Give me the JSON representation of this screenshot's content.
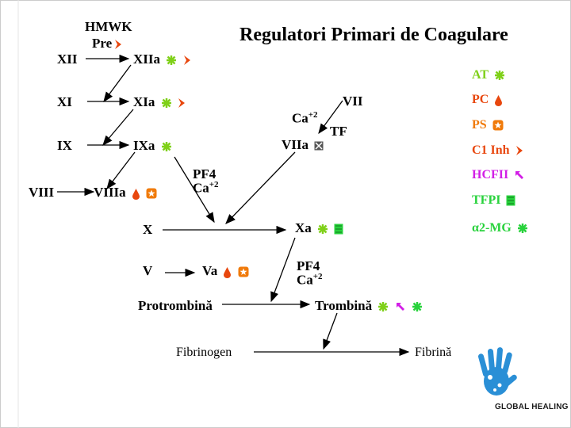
{
  "title": "Regulatori Primari de Coagulare",
  "colors": {
    "antithrombin_green": "#7fd019",
    "protein_c_red": "#e8470e",
    "protein_s_orange": "#f07a0a",
    "c1_inh_red": "#e8470e",
    "hcfii_magenta": "#d21ee6",
    "tfpi_green": "#28d23c",
    "a2mg_green": "#28d23c",
    "text": "#000000"
  },
  "cascade": {
    "hmwk": "HMWK",
    "pre": "Pre",
    "xii": "XII",
    "xiia": "XIIa",
    "xi": "XI",
    "xia": "XIa",
    "ix": "IX",
    "ixa": "IXa",
    "viii": "VIII",
    "viiia": "VIIIa",
    "pf4_1": "PF4",
    "ca_1": "Ca",
    "ca_1_sup": "+2",
    "vii": "VII",
    "ca_2": "Ca",
    "ca_2_sup": "+2",
    "tf": "TF",
    "viia": "VIIa",
    "x": "X",
    "xa": "Xa",
    "v": "V",
    "va": "Va",
    "pf4_2": "PF4",
    "ca_3": "Ca",
    "ca_3_sup": "+2",
    "protrombina": "Protrombină",
    "trombina": "Trombină",
    "fibrinogen": "Fibrinogen",
    "fibrina": "Fibrină"
  },
  "regulators": [
    {
      "label": "AT",
      "color": "#7fd019",
      "symbol": "burst-icon"
    },
    {
      "label": "PC",
      "color": "#e8470e",
      "symbol": "drop-icon"
    },
    {
      "label": "PS",
      "color": "#f07a0a",
      "symbol": "star-box-icon"
    },
    {
      "label": "C1 Inh",
      "color": "#e8470e",
      "symbol": "chevron-icon"
    },
    {
      "label": "HCFII",
      "color": "#d21ee6",
      "symbol": "diagonal-arrow-icon"
    },
    {
      "label": "TFPI",
      "color": "#28d23c",
      "symbol": "square-icon"
    },
    {
      "label": "2-MG",
      "prefix": "α",
      "color": "#28d23c",
      "symbol": "burst-icon"
    }
  ],
  "logo": {
    "text": "GLOBAL HEALING",
    "colors": [
      "#2a8fd6",
      "#1a5fa8"
    ]
  }
}
